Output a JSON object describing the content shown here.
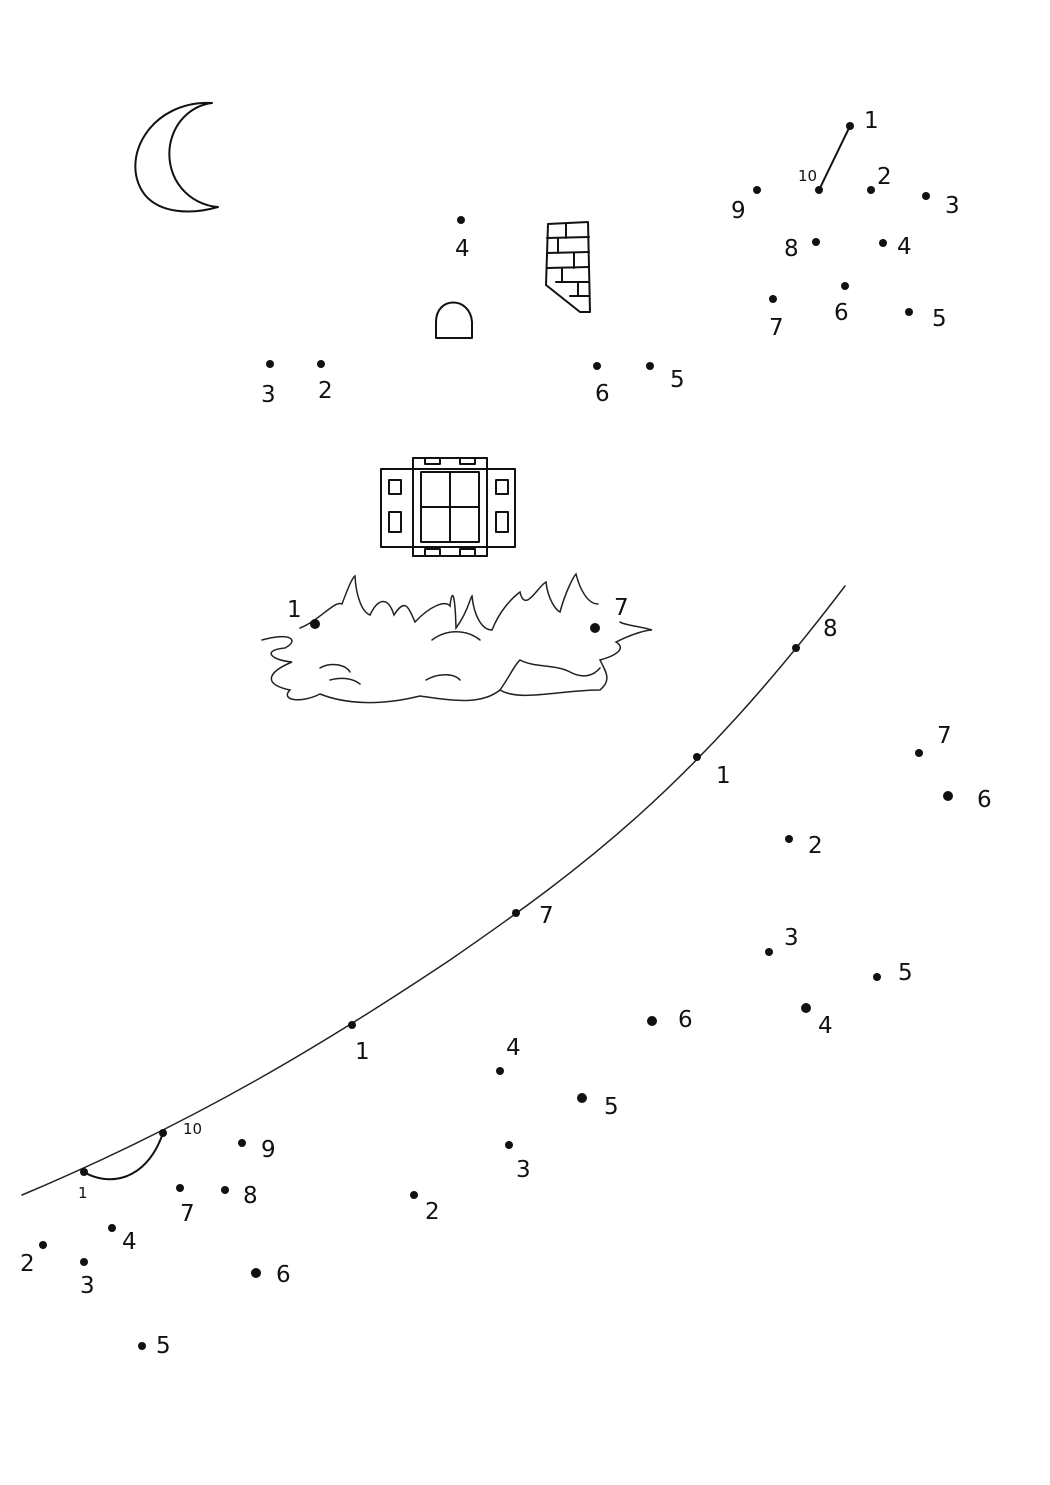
{
  "worksheet": {
    "type": "connect-the-dots",
    "ink_color": "#111111",
    "paper_color": "#ffffff",
    "drawn_elements": [
      "moon",
      "chimney",
      "arched-door",
      "window",
      "grass-tuft",
      "curved-line"
    ]
  },
  "dot_groups": {
    "star": [
      "1",
      "10",
      "2",
      "9",
      "3",
      "8",
      "4",
      "7",
      "6",
      "5"
    ],
    "house": [
      "4",
      "3",
      "2",
      "6",
      "5"
    ],
    "grass": [
      "1",
      "7"
    ],
    "ridge_top": [
      "8",
      "1",
      "7",
      "1"
    ],
    "right_figure": [
      "7",
      "6",
      "2",
      "3",
      "5",
      "4"
    ],
    "middle_figure": [
      "6",
      "4",
      "5",
      "3",
      "2"
    ],
    "bottom_left": [
      "10",
      "9",
      "1",
      "7",
      "8",
      "4",
      "2",
      "3",
      "6",
      "5"
    ]
  }
}
